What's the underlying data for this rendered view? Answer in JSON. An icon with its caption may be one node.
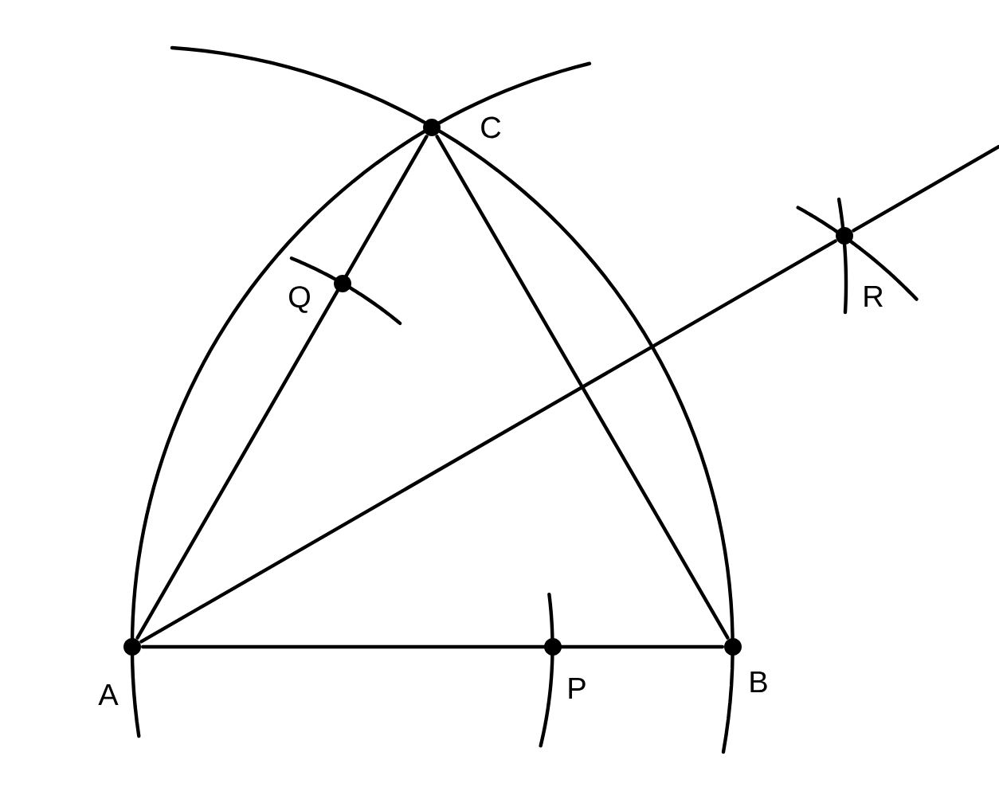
{
  "diagram": {
    "nodes": [
      {
        "text": [
          "A"
        ]
      },
      {
        "text": [
          "B"
        ]
      },
      {
        "text": [
          "C"
        ]
      },
      {
        "text": [
          "P"
        ]
      },
      {
        "text": [
          "Q"
        ]
      },
      {
        "text": [
          "R"
        ]
      }
    ],
    "edges": [
      {
        "from": 0,
        "to": 1,
        "arrow": "none"
      },
      {
        "from": 1,
        "to": 2,
        "arrow": "none"
      },
      {
        "from": 2,
        "to": 0,
        "arrow": "none"
      },
      {
        "from": 0,
        "to": 5,
        "arrow": "none"
      },
      {
        "from": 5,
        "to": null,
        "arrow": "none"
      }
    ]
  }
}
